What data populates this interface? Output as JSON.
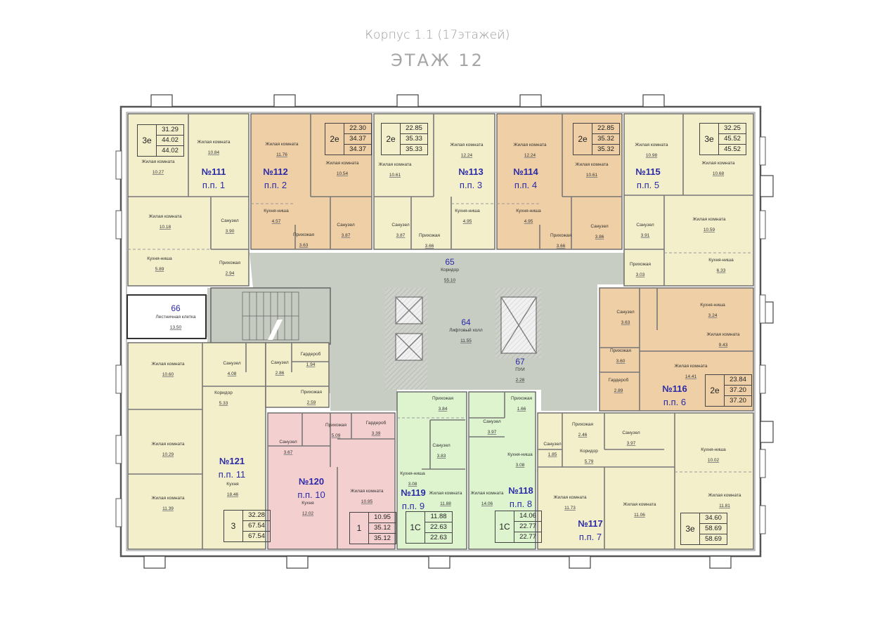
{
  "header": {
    "building": "Корпус 1.1 (17этажей)",
    "floor": "ЭТАЖ 12"
  },
  "colors": {
    "yellow_apartment": "#f3efcb",
    "orange_apartment": "#efcfa6",
    "pink_apartment": "#f4cfcf",
    "green_apartment": "#def4cf",
    "common_area": "#c8cdc3",
    "wall": "#555555",
    "apartment_number": "#2a2aa8"
  },
  "apartments": [
    {
      "number": "№111",
      "plan": "п.п. 1",
      "type": "3е",
      "living": "31.29",
      "total": "44.02",
      "total2": "44.02",
      "rooms": [
        {
          "name": "Жилая комната",
          "area": "10.84"
        },
        {
          "name": "Жилая комната",
          "area": "10.27"
        },
        {
          "name": "Жилая комната",
          "area": "10.18"
        },
        {
          "name": "Санузел",
          "area": "3.90"
        },
        {
          "name": "Кухня-ниша",
          "area": "5.89"
        },
        {
          "name": "Прихожая",
          "area": "2.94"
        }
      ]
    },
    {
      "number": "№112",
      "plan": "п.п. 2",
      "type": "2е",
      "living": "22.30",
      "total": "34.37",
      "total2": "34.37",
      "rooms": [
        {
          "name": "Жилая комната",
          "area": "11.76"
        },
        {
          "name": "Жилая комната",
          "area": "10.54"
        },
        {
          "name": "Кухня-ниша",
          "area": "4.57"
        },
        {
          "name": "Прихожая",
          "area": "3.63"
        },
        {
          "name": "Санузел",
          "area": "3.87"
        }
      ]
    },
    {
      "number": "№113",
      "plan": "п.п. 3",
      "type": "2е",
      "living": "22.85",
      "total": "35.33",
      "total2": "35.33",
      "rooms": [
        {
          "name": "Жилая комната",
          "area": "10.61"
        },
        {
          "name": "Жилая комната",
          "area": "12.24"
        },
        {
          "name": "Санузел",
          "area": "3.87"
        },
        {
          "name": "Прихожая",
          "area": "3.66"
        },
        {
          "name": "Кухня-ниша",
          "area": "4.95"
        }
      ]
    },
    {
      "number": "№114",
      "plan": "п.п. 4",
      "type": "2е",
      "living": "22.85",
      "total": "35.32",
      "total2": "35.32",
      "rooms": [
        {
          "name": "Жилая комната",
          "area": "12.24"
        },
        {
          "name": "Жилая комната",
          "area": "10.61"
        },
        {
          "name": "Кухня-ниша",
          "area": "4.95"
        },
        {
          "name": "Прихожая",
          "area": "3.66"
        },
        {
          "name": "Санузел",
          "area": "3.86"
        }
      ]
    },
    {
      "number": "№115",
      "plan": "п.п. 5",
      "type": "3е",
      "living": "32.25",
      "total": "45.52",
      "total2": "45.52",
      "rooms": [
        {
          "name": "Жилая комната",
          "area": "10.98"
        },
        {
          "name": "Жилая комната",
          "area": "10.68"
        },
        {
          "name": "Санузел",
          "area": "3.91"
        },
        {
          "name": "Жилая комната",
          "area": "10.59"
        },
        {
          "name": "Прихожая",
          "area": "3.03"
        },
        {
          "name": "Кухня-ниша",
          "area": "6.33"
        }
      ]
    },
    {
      "number": "№116",
      "plan": "п.п. 6",
      "type": "2е",
      "living": "23.84",
      "total": "37.20",
      "total2": "37.20",
      "rooms": [
        {
          "name": "Санузел",
          "area": "3.63"
        },
        {
          "name": "Кухня-ниша",
          "area": "3.24"
        },
        {
          "name": "Жилая комната",
          "area": "9.43"
        },
        {
          "name": "Прихожая",
          "area": "3.60"
        },
        {
          "name": "Жилая комната",
          "area": "14.41"
        },
        {
          "name": "Гардероб",
          "area": "2.89"
        }
      ]
    },
    {
      "number": "№117",
      "plan": "п.п. 7",
      "type": "3е",
      "living": "34.60",
      "total": "58.69",
      "total2": "58.69",
      "rooms": [
        {
          "name": "Прихожая",
          "area": "2.46"
        },
        {
          "name": "Санузел",
          "area": "1.85"
        },
        {
          "name": "Коридор",
          "area": "5.79"
        },
        {
          "name": "Санузел",
          "area": "3.97"
        },
        {
          "name": "Кухня-ниша",
          "area": "10.02"
        },
        {
          "name": "Жилая комната",
          "area": "11.73"
        },
        {
          "name": "Жилая комната",
          "area": "11.06"
        },
        {
          "name": "Жилая комната",
          "area": "11.81"
        }
      ]
    },
    {
      "number": "№118",
      "plan": "п.п. 8",
      "type": "1С",
      "living": "14.06",
      "total": "22.77",
      "total2": "22.77",
      "rooms": [
        {
          "name": "Прихожая",
          "area": "1.66"
        },
        {
          "name": "Санузел",
          "area": "3.97"
        },
        {
          "name": "Кухня-ниша",
          "area": "3.08"
        },
        {
          "name": "Жилая комната",
          "area": "14.06"
        }
      ]
    },
    {
      "number": "№119",
      "plan": "п.п. 9",
      "type": "1С",
      "living": "11.88",
      "total": "22.63",
      "total2": "22.63",
      "rooms": [
        {
          "name": "Прихожая",
          "area": "3.84"
        },
        {
          "name": "Санузел",
          "area": "3.83"
        },
        {
          "name": "Кухня-ниша",
          "area": "3.08"
        },
        {
          "name": "Жилая комната",
          "area": "11.88"
        }
      ]
    },
    {
      "number": "№120",
      "plan": "п.п. 10",
      "type": "1",
      "living": "10.95",
      "total": "35.12",
      "total2": "35.12",
      "rooms": [
        {
          "name": "Прихожая",
          "area": "5.09"
        },
        {
          "name": "Гардероб",
          "area": "3.39"
        },
        {
          "name": "Санузел",
          "area": "3.67"
        },
        {
          "name": "Кухня",
          "area": "12.02"
        },
        {
          "name": "Жилая комната",
          "area": "10.95"
        }
      ]
    },
    {
      "number": "№121",
      "plan": "п.п. 11",
      "type": "3",
      "living": "32.28",
      "total": "67.54",
      "total2": "67.54",
      "rooms": [
        {
          "name": "Жилая комната",
          "area": "10.60"
        },
        {
          "name": "Санузел",
          "area": "4.08"
        },
        {
          "name": "Санузел",
          "area": "2.86"
        },
        {
          "name": "Гардероб",
          "area": "1.94"
        },
        {
          "name": "Коридор",
          "area": "5.33"
        },
        {
          "name": "Прихожая",
          "area": "2.59"
        },
        {
          "name": "Жилая комната",
          "area": "10.29"
        },
        {
          "name": "Кухня",
          "area": "18.46"
        },
        {
          "name": "Жилая комната",
          "area": "11.39"
        }
      ]
    }
  ],
  "common": [
    {
      "num": "64",
      "name": "Лифтовый холл",
      "area": "11.55"
    },
    {
      "num": "65",
      "name": "Коридор",
      "area": "55.10"
    },
    {
      "num": "66",
      "name": "Лестничная клетка",
      "area": "13.50"
    },
    {
      "num": "67",
      "name": "ПУИ",
      "area": "2.28"
    }
  ]
}
